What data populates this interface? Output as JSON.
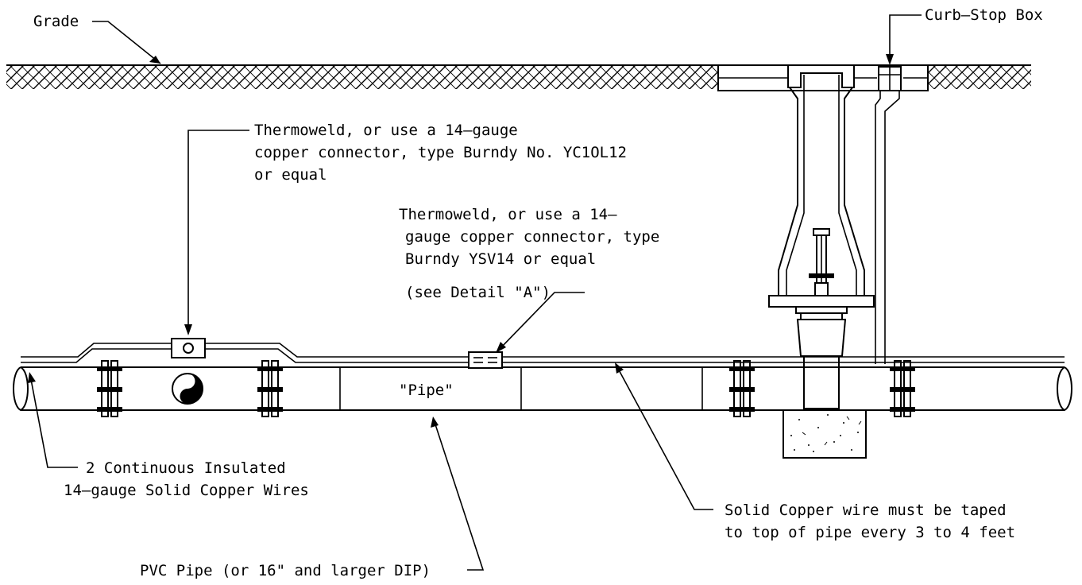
{
  "labels": {
    "grade": "Grade",
    "curb_stop_box": "Curb–Stop Box",
    "thermoweld_1": [
      "Thermoweld, or use a 14–gauge",
      "copper connector, type Burndy No. YC1OL12",
      "or equal"
    ],
    "thermoweld_2": [
      "Thermoweld, or use a 14–",
      "gauge copper connector, type",
      "Burndy YSV14 or equal",
      "(see Detail \"A\")"
    ],
    "pipe_label": "\"Pipe\"",
    "wires": [
      "2 Continuous Insulated",
      "14–gauge Solid Copper Wires"
    ],
    "taped": [
      "Solid Copper wire must be taped",
      "to top of pipe every 3 to 4 feet"
    ],
    "pvc": "PVC Pipe (or 16\" and larger DIP)"
  },
  "icons": {
    "valve_symbol": "yin-yang-icon",
    "connector_symbol": "circle-icon"
  },
  "colors": {
    "ink": "#000000",
    "paper": "#ffffff"
  }
}
